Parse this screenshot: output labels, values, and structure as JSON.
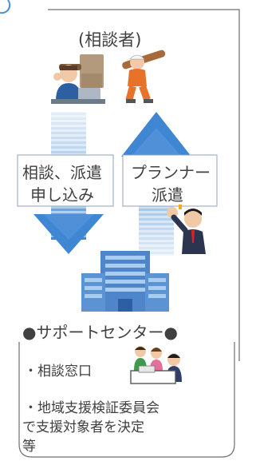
{
  "colors": {
    "frame_line": "#6f6f6f",
    "arrow_top": "#dbeaf7",
    "arrow_bottom": "#4a8fd6",
    "arrow_stripe": "#ffffff",
    "label_box_border": "#8fa6bd",
    "building_blue": "#4f86c9",
    "text": "#404040"
  },
  "header": {
    "title": "(相談者)"
  },
  "arrows": {
    "down_label_line1": "相談、派遣",
    "down_label_line2": "申し込み",
    "up_label_line1": "プランナー",
    "up_label_line2": "派遣"
  },
  "center": {
    "title": "●サポートセンター●",
    "item1": "・相談窓口",
    "item2_line1": "・地域支援検証委員会",
    "item2_line2": "で支援対象者を決定",
    "item2_line3": "等"
  },
  "icons": {
    "consultant": "person-at-laptop-icon",
    "worker": "worker-carrying-log-icon",
    "planner": "planner-fist-pump-icon",
    "building": "office-building-icon",
    "counter": "consultation-counter-icon"
  }
}
